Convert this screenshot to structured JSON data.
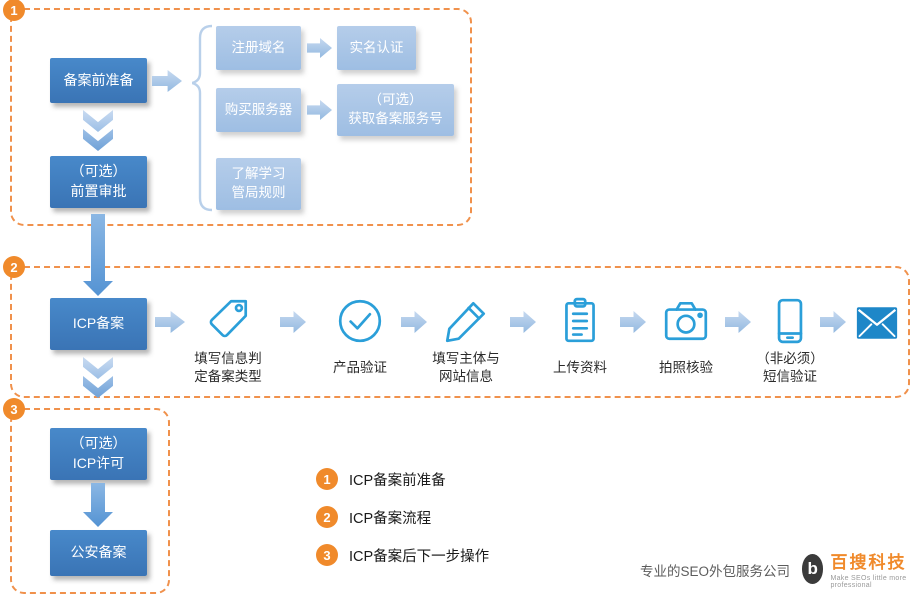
{
  "s1": {
    "number": "1",
    "prep": "备案前准备",
    "register_domain": "注册域名",
    "realname_auth": "实名认证",
    "buy_server": "购买服务器",
    "optional_service": "（可选）\n获取备案服务号",
    "learn_rules": "了解学习\n管局规则",
    "optional_preapproval": "（可选）\n前置审批"
  },
  "s2": {
    "number": "2",
    "icp": "ICP备案",
    "steps": [
      {
        "icon": "tag-icon",
        "label": "填写信息判\n定备案类型"
      },
      {
        "icon": "check-circle-icon",
        "label": "产品验证"
      },
      {
        "icon": "pencil-icon",
        "label": "填写主体与\n网站信息"
      },
      {
        "icon": "clipboard-icon",
        "label": "上传资料"
      },
      {
        "icon": "camera-icon",
        "label": "拍照核验"
      },
      {
        "icon": "phone-icon",
        "label": "（非必须）\n短信验证"
      },
      {
        "icon": "mail-icon",
        "label": ""
      }
    ]
  },
  "s3": {
    "number": "3",
    "optional_icp_license": "（可选）\nICP许可",
    "public_security": "公安备案"
  },
  "legend": [
    {
      "number": "1",
      "label": "ICP备案前准备"
    },
    {
      "number": "2",
      "label": "ICP备案流程"
    },
    {
      "number": "3",
      "label": "ICP备案后下一步操作"
    }
  ],
  "footer": {
    "slogan": "专业的SEO外包服务公司",
    "brand": "百搜科技",
    "tagline": "Make SEOs little more professional"
  },
  "colors": {
    "accent_orange": "#F08A2B",
    "dark_blue": "#3F7FC1",
    "light_blue": "#A9C6E8",
    "icon_blue": "#2B9FD9",
    "mail_blue": "#1E87C8"
  }
}
